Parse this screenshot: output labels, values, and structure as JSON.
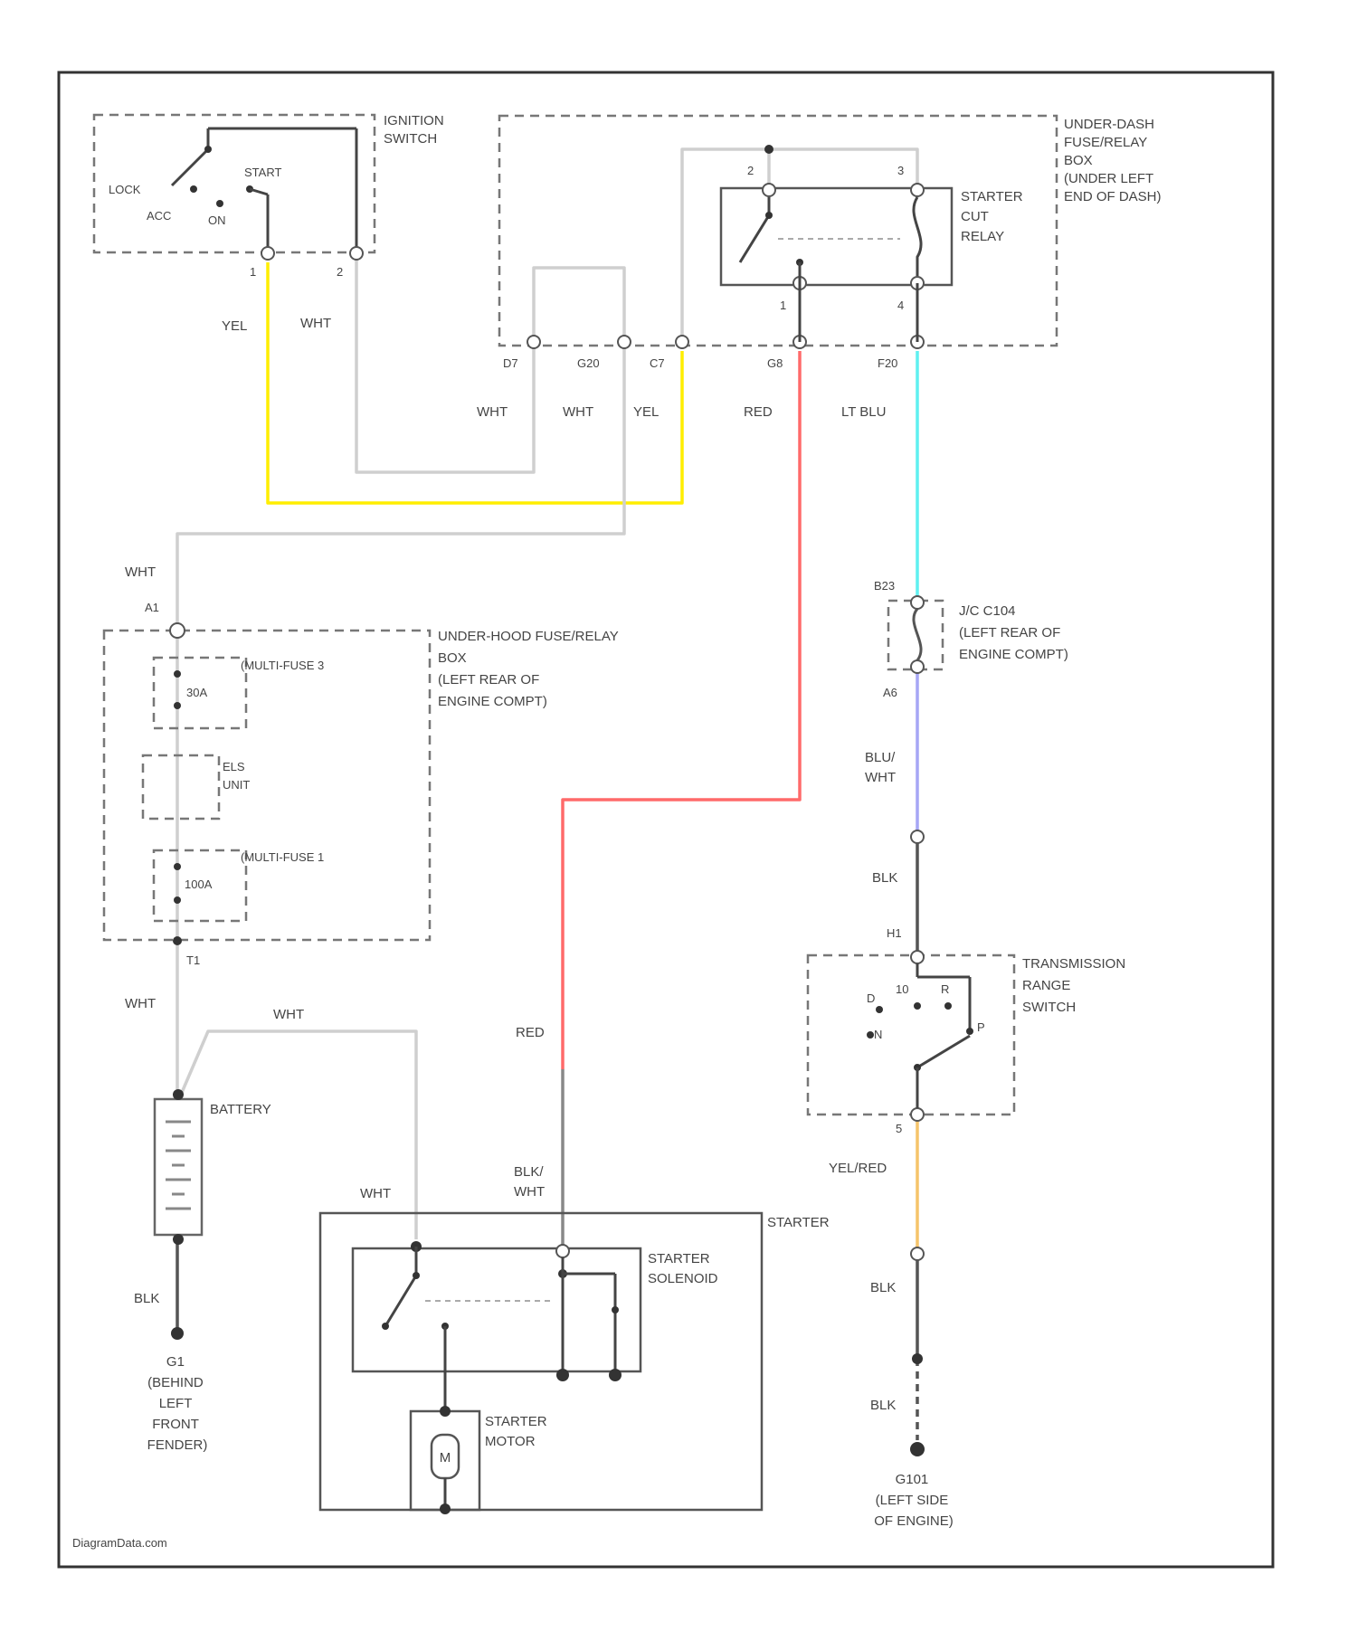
{
  "diagram": {
    "components": {
      "ignition_switch": {
        "name": "IGNITION\nSWITCH",
        "positions": [
          "LOCK",
          "ACC",
          "ON",
          "START"
        ],
        "pins": [
          "1",
          "2"
        ]
      },
      "under_dash_box": {
        "name": "UNDER-DASH\nFUSE/RELAY\nBOX\n(UNDER LEFT\nEND OF DASH)",
        "pins": [
          "D7",
          "G20",
          "C7",
          "G8",
          "F20"
        ]
      },
      "starter_cut_relay": {
        "name": "STARTER\nCUT\nRELAY",
        "pins": [
          "2",
          "3",
          "1",
          "4"
        ]
      },
      "under_hood_box": {
        "name": "UNDER-HOOD FUSE/RELAY\nBOX\n(LEFT REAR OF\nENGINE COMPT)",
        "pins": [
          "A1",
          "T1"
        ]
      },
      "multi_fuse_3": {
        "name": "(MULTI-FUSE 3",
        "rating": "30A"
      },
      "eu_unit": {
        "name": "ELS\nUNIT"
      },
      "multi_fuse_1": {
        "name": "(MULTI-FUSE 1",
        "rating": "100A"
      },
      "battery": {
        "name": "BATTERY"
      },
      "ground_g1": {
        "name": "G1\n(BEHIND\nLEFT\nFRONT\nFENDER)"
      },
      "jc_connector": {
        "name": "J/C C104\n(LEFT REAR OF\nENGINE COMPT)",
        "pins": [
          "B23",
          "A6"
        ]
      },
      "range_switch": {
        "name": "TRANSMISSION\nRANGE\nSWITCH",
        "pins": [
          "10",
          "5"
        ],
        "positions": [
          "D",
          "N",
          "R",
          "P"
        ]
      },
      "starter": {
        "name": "STARTER"
      },
      "starter_solenoid": {
        "name": "STARTER\nSOLENOID"
      },
      "starter_motor": {
        "name": "STARTER\nMOTOR",
        "symbol": "M"
      },
      "ground_g101": {
        "name": "G101\n(LEFT SIDE\nOF ENGINE)"
      }
    },
    "wire_colors": {
      "yel": "YEL",
      "wht": "WHT",
      "red": "RED",
      "lt_blu": "LT BLU",
      "blu_wht": "BLU/\nWHT",
      "blk": "BLK",
      "yel_red": "YEL/RED",
      "blk_wht": "BLK/\nWHT"
    },
    "connector_labels": {
      "h1": "H1"
    },
    "colors": {
      "yellow": "#ffee00",
      "red": "#ff6a6a",
      "cyan": "#5ff0f0",
      "violet": "#a6a6f5",
      "orange": "#f5c46a",
      "white_wire": "#cfcfcf",
      "black_wire": "#555555"
    },
    "watermark": "DiagramData.com"
  }
}
